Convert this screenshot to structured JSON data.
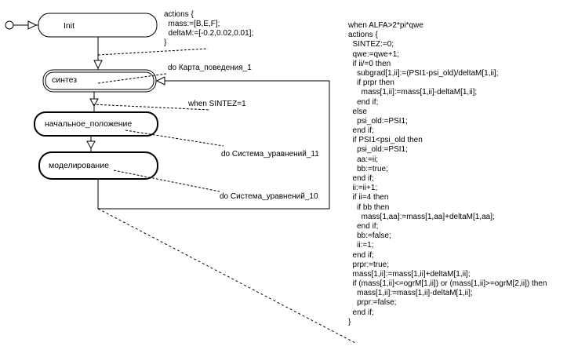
{
  "states": {
    "init": "Init",
    "sintez": "синтез",
    "initial_position": "начальное_положение",
    "modeling": "моделирование"
  },
  "init_actions": [
    "actions {",
    "  mass:=[B,E,F];",
    "  deltaM:=[-0.2,0.02,0.01];",
    "}"
  ],
  "notes": {
    "do_behavior_map": "do Карта_поведения_1",
    "when_sintez": "when SINTEZ=1",
    "do_equations_11": "do Система_уравнений_11",
    "do_equations_10": "do Система_уравнений_10"
  },
  "code_lines": [
    "when ALFA>2*pi*qwe",
    "actions {",
    "  SINTEZ:=0;",
    "  qwe:=qwe+1;",
    "  if ii/=0 then",
    "    subgrad[1,ii]:=(PSI1-psi_old)/deltaM[1,ii];",
    "    if prpr then",
    "      mass[1,ii]:=mass[1,ii]-deltaM[1,ii];",
    "    end if;",
    "  else",
    "    psi_old:=PSI1;",
    "  end if;",
    "  if PSI1<psi_old then",
    "    psi_old:=PSI1;",
    "    aa:=ii;",
    "    bb:=true;",
    "  end if;",
    "  ii:=ii+1;",
    "  if ii=4 then",
    "    if bb then",
    "      mass[1,aa]:=mass[1,aa]+deltaM[1,aa];",
    "    end if;",
    "    bb:=false;",
    "    ii:=1;",
    "  end if;",
    "  prpr:=true;",
    "  mass[1,ii]:=mass[1,ii]+deltaM[1,ii];",
    "  if (mass[1,ii]<=ogrM[1,ii]) or (mass[1,ii]>=ogrM[2,ii]) then",
    "    mass[1,ii]:=mass[1,ii]-deltaM[1,ii];",
    "    prpr:=false;",
    "  end if;",
    "}"
  ]
}
